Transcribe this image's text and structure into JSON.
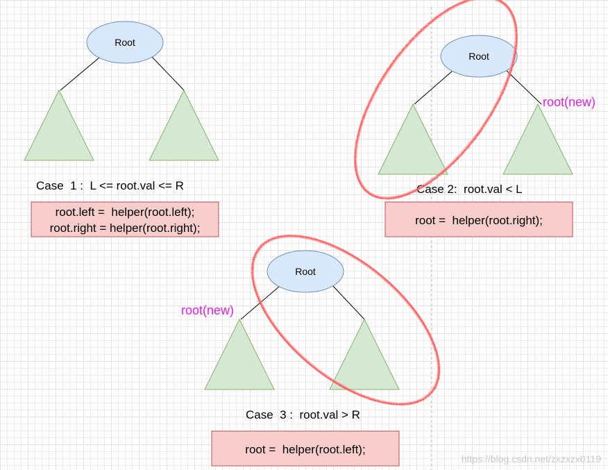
{
  "colors": {
    "node_fill": "#dae8fc",
    "node_stroke": "#6c8ebf",
    "subtree_fill": "#d5e8d4",
    "subtree_stroke": "#82b366",
    "code_fill": "#f8cecc",
    "code_stroke": "#b85450",
    "highlight_stroke": "#ff4d4d",
    "new_root_text": "#e020e0",
    "watermark_text": "#c8c8c8",
    "divider": "#bbbbbb"
  },
  "icons": [
    "tree-node",
    "subtree-triangle",
    "highlight-ellipse"
  ],
  "case1": {
    "root_label": "Root",
    "label": "Case  1 :  L <= root.val <= R",
    "code_line1": "root.left =  helper(root.left);",
    "code_line2": "root.right = helper(root.right);"
  },
  "case2": {
    "root_label": "Root",
    "new_root": "root(new)",
    "label": "Case 2:  root.val < L",
    "code": "root =  helper(root.right);"
  },
  "case3": {
    "root_label": "Root",
    "new_root": "root(new)",
    "label": "Case  3 :  root.val > R",
    "code": "root =  helper(root.left);"
  },
  "watermark": "https://blog.csdn.net/zxzxzx0119"
}
